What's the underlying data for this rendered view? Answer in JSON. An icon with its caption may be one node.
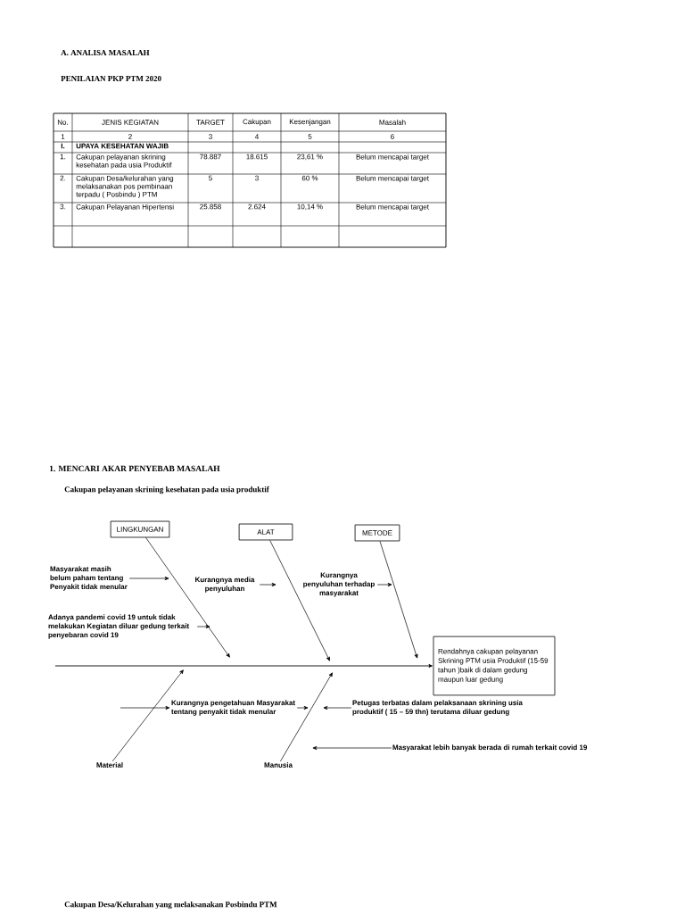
{
  "diagram": {
    "nodes": [
      {
        "text": [
          "LINGKUNGAN"
        ]
      },
      {
        "text": [
          "ALAT"
        ]
      },
      {
        "text": [
          "METODE"
        ]
      },
      {
        "text": [
          "Rendahnya cakupan pelayanan Skrining PTM usia Produktif (15-59 tahun )baik di dalam gedung maupun luar gedung"
        ]
      },
      {
        "text": [
          "Material"
        ]
      },
      {
        "text": [
          "Manusia"
        ]
      },
      {
        "text": [
          "Masyarakat masih belum paham tentang Penyakit tidak menular"
        ]
      },
      {
        "text": [
          "Kurangnya media penyuluhan"
        ]
      },
      {
        "text": [
          "Kurangnya penyuluhan terhadap masyarakat"
        ]
      },
      {
        "text": [
          "Adanya pandemi covid 19 untuk tidak melakukan Kegiatan diluar gedung terkait penyebaran covid 19"
        ]
      },
      {
        "text": [
          "Kurangnya pengetahuan Masyarakat tentang penyakit tidak menular"
        ]
      },
      {
        "text": [
          "Petugas terbatas dalam pelaksanaan skrining usia produktif ( 15 – 59 thn) terutama diluar gedung"
        ]
      },
      {
        "text": [
          "Masyarakat lebih banyak berada di rumah terkait covid 19"
        ]
      }
    ],
    "edges": [
      {
        "from": null,
        "to": 3,
        "arrow": "to"
      },
      {
        "from": 0,
        "to": null,
        "arrow": "to"
      },
      {
        "from": 1,
        "to": null,
        "arrow": "to"
      },
      {
        "from": 2,
        "to": null,
        "arrow": "to"
      },
      {
        "from": 4,
        "to": null,
        "arrow": "to"
      },
      {
        "from": 5,
        "to": null,
        "arrow": "to"
      },
      {
        "from": 6,
        "to": null,
        "arrow": "to"
      },
      {
        "from": 7,
        "to": null,
        "arrow": "to"
      },
      {
        "from": 8,
        "to": null,
        "arrow": "to"
      },
      {
        "from": 9,
        "to": null,
        "arrow": "to"
      },
      {
        "from": 10,
        "to": null,
        "arrow": "to"
      },
      {
        "from": 11,
        "to": null,
        "arrow": "to"
      },
      {
        "from": 12,
        "to": null,
        "arrow": "to"
      },
      {
        "from": null,
        "to": 10,
        "arrow": "to"
      }
    ],
    "labels": [
      "A. ANALISA MASALAH",
      "PENILAIAN PKP PTM 2020",
      "No.",
      "JENIS KEGIATAN",
      "TARGET",
      "Cakupan",
      "Kesenjangan",
      "Masalah",
      "1",
      "2",
      "3",
      "4",
      "5",
      "6",
      "I.",
      "UPAYA KESEHATAN WAJIB",
      "1.",
      "Cakupan pelayanan skrining kesehatan pada usia Produktif",
      "78.887",
      "18.615",
      "23,61 %",
      "Belum mencapai target",
      "2.",
      "Cakupan Desa/kelurahan yang melaksanakan pos pembinaan terpadu ( Posbindu ) PTM",
      "5",
      "3",
      "60 %",
      "Belum mencapai target",
      "3.",
      "Cakupan Pelayanan Hipertensi",
      "25.858",
      "2.624",
      "10,14 %",
      "Belum mencapai target",
      "1. MENCARI AKAR PENYEBAB MASALAH",
      "Cakupan pelayanan skrining kesehatan pada usia produktif",
      "Cakupan Desa/Kelurahan yang melaksanakan Posbindu PTM"
    ]
  }
}
